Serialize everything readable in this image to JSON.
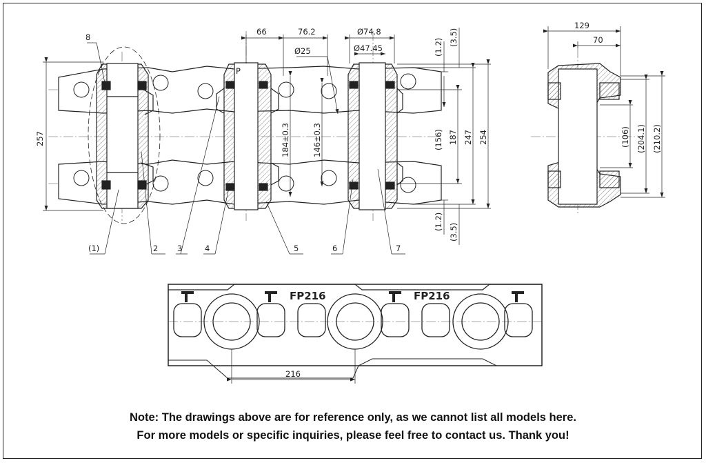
{
  "drawing": {
    "front_view": {
      "top_dims": [
        "66",
        "76.2",
        "Ø74.8",
        "Ø25",
        "Ø47.45"
      ],
      "right_dims": [
        "(1.2)",
        "(3.5)",
        "(156)",
        "187",
        "247",
        "254",
        "(1.2)",
        "(3.5)"
      ],
      "left_dim": "257",
      "inner_dims": [
        "184±0.3",
        "146±0.3"
      ],
      "mark_p": "P",
      "mark_8": "8",
      "part_labels": [
        "(1)",
        "2",
        "3",
        "4",
        "5",
        "6",
        "7"
      ]
    },
    "side_view": {
      "top_dims": [
        "129",
        "70"
      ],
      "right_dims": [
        "(106)",
        "(204.1)",
        "(210.2)"
      ]
    },
    "plan_view": {
      "marks": [
        "FP216",
        "FP216"
      ],
      "pitch_dim": "216"
    }
  },
  "note": {
    "line1": "Note: The drawings above are for reference only, as we cannot list all models here.",
    "line2": "For more models or specific inquiries, please feel free to contact us. Thank you!"
  }
}
